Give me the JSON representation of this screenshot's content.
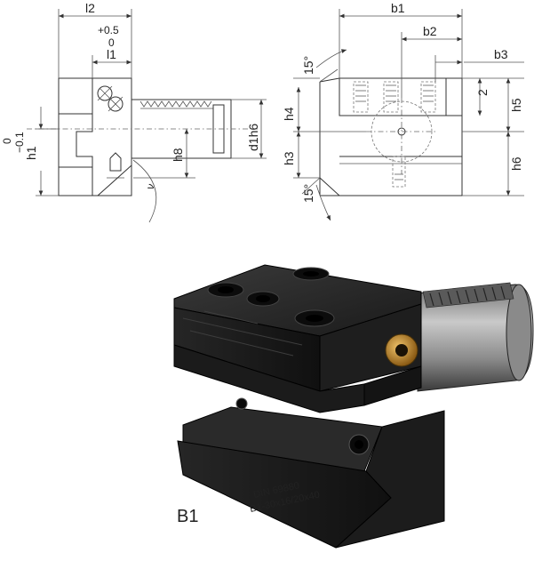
{
  "drawing": {
    "side_view": {
      "l2": "l2",
      "tol_upper": "+0.5",
      "tol_zero": "0",
      "l1": "l1",
      "h1": "h1",
      "h1_tol_upper": "0",
      "h1_tol_lower": "−0.1",
      "h8": "h8",
      "d1": "d1h6"
    },
    "front_view": {
      "b1": "b1",
      "b2": "b2",
      "b3": "b3",
      "h4": "h4",
      "h3": "h3",
      "h5": "h5",
      "h6": "h6",
      "two": "2",
      "angle_top": "15°",
      "angle_bottom": "15°"
    }
  },
  "photo": {
    "stamp_line1": "DIN 69880",
    "stamp_line2": "B1-30x16/20x40",
    "variant_label": "B1"
  },
  "colors": {
    "line": "#333333",
    "body_dark": "#161616",
    "body_mid": "#2b2b2b",
    "shank_light": "#9a9a9a",
    "brass": "#c08a2e"
  }
}
